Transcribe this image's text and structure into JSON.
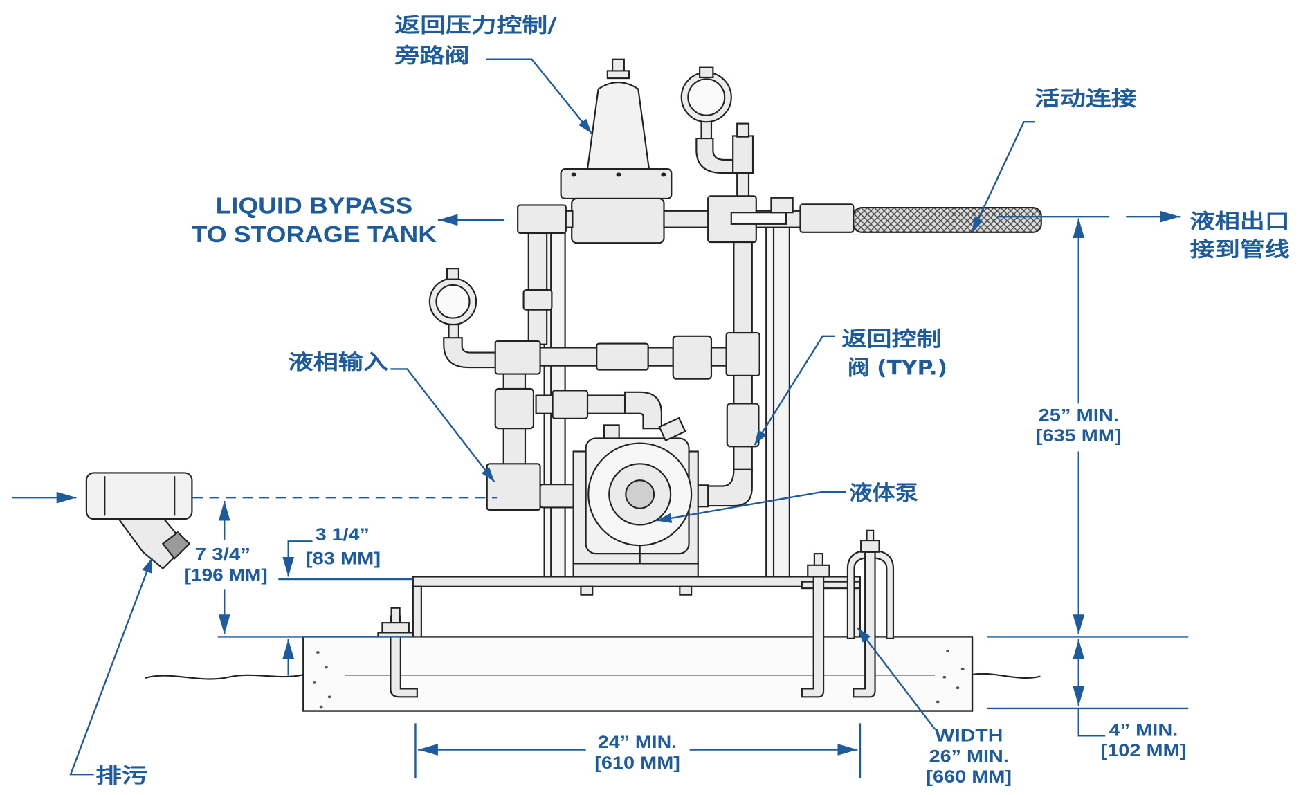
{
  "diagram": {
    "colors": {
      "label": "#1e5b9c",
      "dimension": "#1e5b9c",
      "outline": "#222222",
      "equipment": "#ebebeb"
    },
    "labels": {
      "bypass_valve": [
        "返回压力控制/",
        "旁路阀"
      ],
      "union": "活动连接",
      "liquid_bypass": [
        "LIQUID BYPASS",
        "TO STORAGE TANK"
      ],
      "liquid_outlet": [
        "液相出口",
        "接到管线"
      ],
      "check_valve": [
        "返回控制",
        "阀 (TYP.)"
      ],
      "liquid_inlet": "液相输入",
      "pump": "液体泵",
      "drain": "排污"
    },
    "dimensions": {
      "outlet_height": [
        "25” MIN.",
        "[635 MM]"
      ],
      "inlet_height": [
        "7 3/4”",
        "[196 MM]"
      ],
      "base_height": [
        "3 1/4”",
        "[83 MM]"
      ],
      "base_length": [
        "24” MIN.",
        "[610 MM]"
      ],
      "foundation_width": [
        "WIDTH",
        "26” MIN.",
        "[660 MM]"
      ],
      "foundation_thickness": [
        "4” MIN.",
        "[102 MM]"
      ]
    }
  }
}
